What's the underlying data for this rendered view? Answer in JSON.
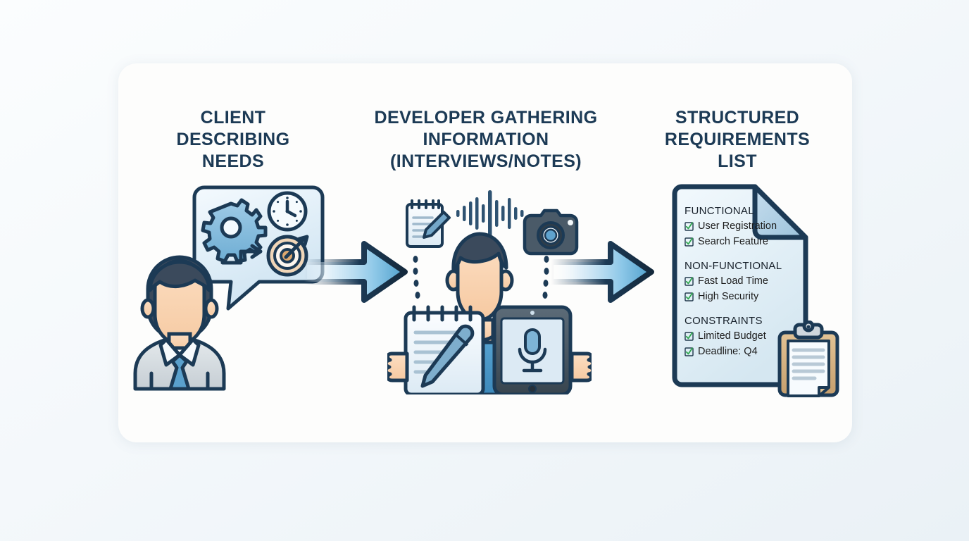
{
  "page": {
    "background_color": "#f2f7fa",
    "card_color": "#fdfdfc",
    "accent_dark": "#1c3a55",
    "accent_blue": "#4a9fd4",
    "check_green": "#2fa84f"
  },
  "columns": [
    {
      "id": "client",
      "title": "CLIENT DESCRIBING NEEDS",
      "icons": [
        "person-icon",
        "speech-bubble-icon",
        "gear-icon",
        "clock-icon",
        "target-icon",
        "arrow-right-icon"
      ]
    },
    {
      "id": "developer",
      "title": "DEVELOPER GATHERING INFORMATION (INTERVIEWS/NOTES)",
      "icons": [
        "notepad-pencil-icon",
        "audio-waveform-icon",
        "camera-icon",
        "person-developer-icon",
        "notepad-large-icon",
        "pen-icon",
        "tablet-microphone-icon",
        "dots-icon"
      ]
    },
    {
      "id": "requirements",
      "title": "STRUCTURED REQUIREMENTS LIST",
      "icons": [
        "document-icon",
        "clipboard-icon",
        "checkbox-checked-icon"
      ]
    }
  ],
  "arrows": [
    {
      "id": "arrow-client-to-developer",
      "name": "arrow-right-icon"
    },
    {
      "id": "arrow-developer-to-requirements",
      "name": "arrow-right-icon"
    }
  ],
  "requirements_document": {
    "sections": [
      {
        "heading": "FUNCTIONAL",
        "items": [
          "User Registration",
          "Search Feature"
        ]
      },
      {
        "heading": "NON-FUNCTIONAL",
        "items": [
          "Fast Load Time",
          "High Security"
        ]
      },
      {
        "heading": "CONSTRAINTS",
        "items": [
          "Limited Budget",
          "Deadline: Q4"
        ]
      }
    ]
  }
}
